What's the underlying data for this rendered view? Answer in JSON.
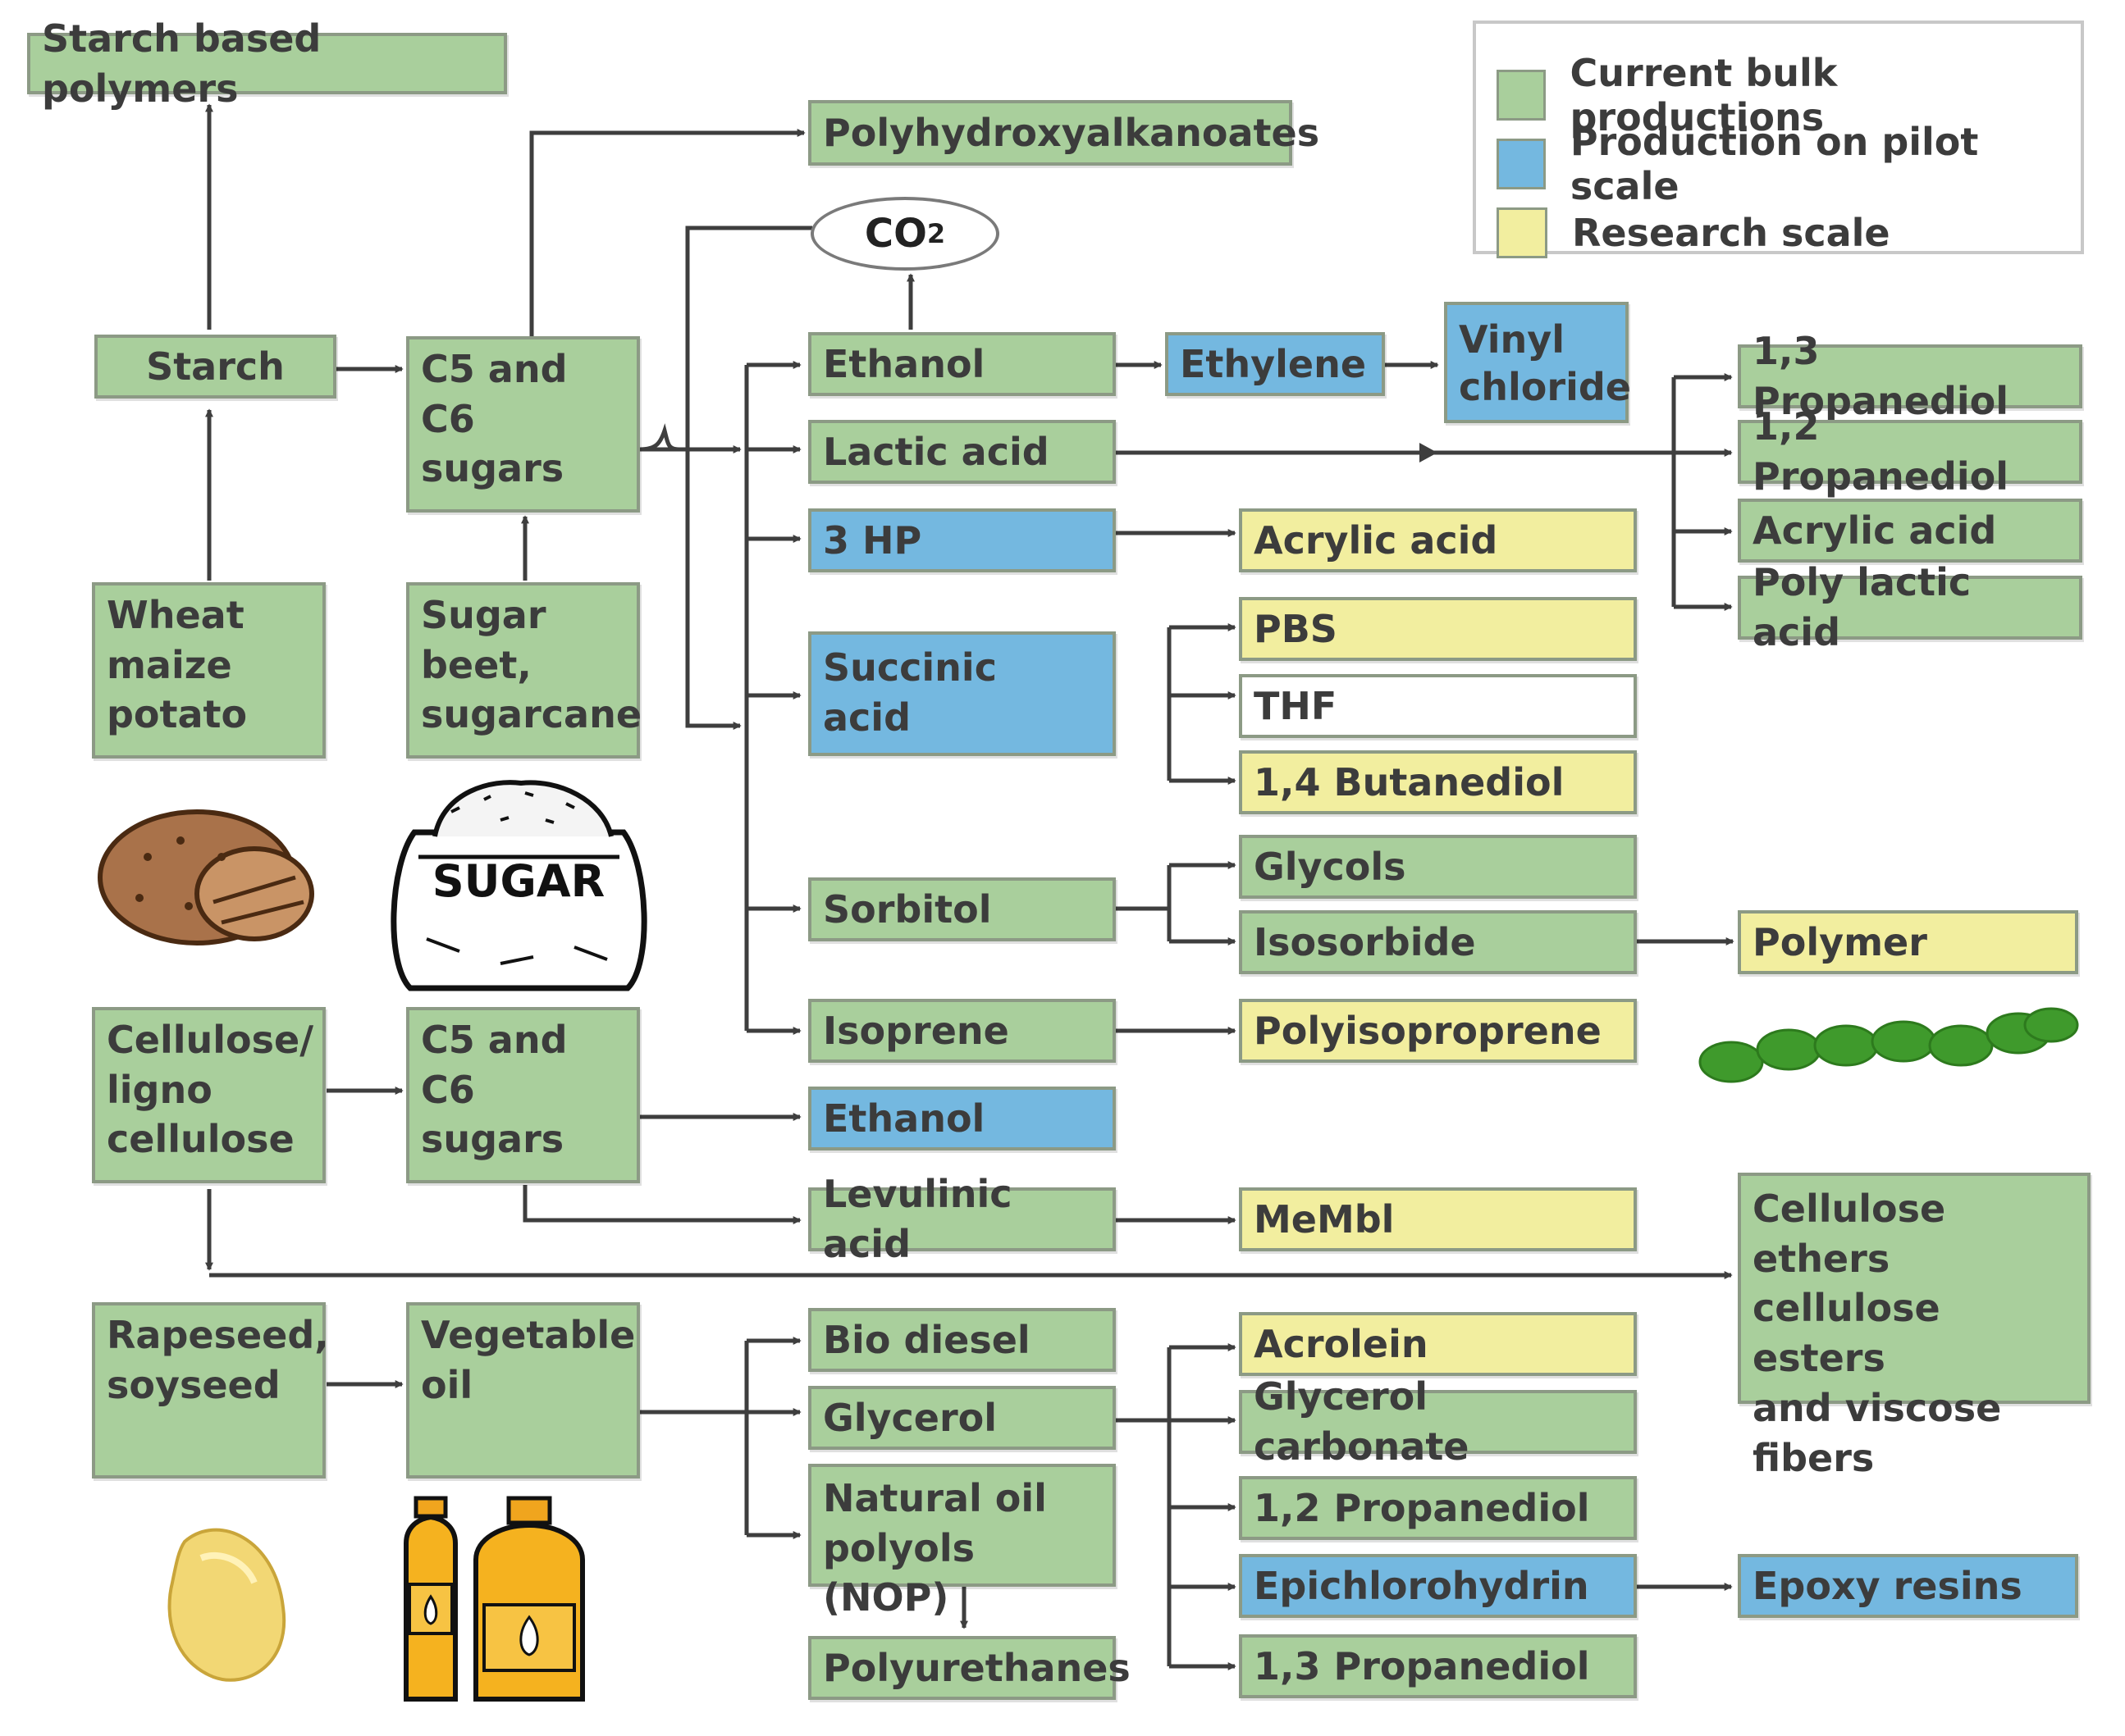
{
  "legend": {
    "bulk": "Current bulk productions",
    "pilot": "Production on pilot scale",
    "research": "Research scale"
  },
  "colors": {
    "bulk": "#a9cf9c",
    "pilot": "#74b8e0",
    "research": "#f2ee9f",
    "line": "#3e3e3e"
  },
  "co2": {
    "main": "CO",
    "sub": "2"
  },
  "nodes": {
    "starch_polymers": "Starch based polymers",
    "pha": "Polyhydroxyalkanoates",
    "starch": "Starch",
    "c5c6_top": "C5 and\nC6\nsugars",
    "wheat": "Wheat\nmaize\npotato",
    "sugarbeet": "Sugar\nbeet,\nsugarcane",
    "ethanol_top": "Ethanol",
    "ethylene": "Ethylene",
    "vinyl": "Vinyl\nchloride",
    "lactic": "Lactic acid",
    "hp3": "3 HP",
    "acrylic_mid": "Acrylic acid",
    "succinic": "Succinic\nacid",
    "pbs": "PBS",
    "thf": "THF",
    "butanediol": "1,4 Butanediol",
    "propanediol13_top": "1,3 Propanediol",
    "propanediol12_top": "1,2 Propanediol",
    "acrylic_right": "Acrylic acid",
    "pla": "Poly lactic acid",
    "sorbitol": "Sorbitol",
    "glycols": "Glycols",
    "isosorbide": "Isosorbide",
    "polymer": "Polymer",
    "isoprene": "Isoprene",
    "polyisoprene": "Polyisoproprene",
    "cellulose": "Cellulose/\nligno\ncellulose",
    "c5c6_bottom": "C5 and\nC6\nsugars",
    "ethanol_bottom": "Ethanol",
    "levulinic": "Levulinic acid",
    "membl": "MeMbl",
    "cellulose_ethers": "Cellulose ethers\ncellulose esters\nand viscose\nfibers",
    "rapeseed": "Rapeseed,\nsoyseed",
    "vegoil": "Vegetable\noil",
    "biodiesel": "Bio diesel",
    "glycerol": "Glycerol",
    "nop": "Natural oil\npolyols (NOP)",
    "polyurethanes": "Polyurethanes",
    "acrolein": "Acrolein",
    "glycerol_carbonate": "Glycerol carbonate",
    "propanediol12_bottom": "1,2 Propanediol",
    "epichlorohydrin": "Epichlorohydrin",
    "epoxy": "Epoxy resins",
    "propanediol13_bottom": "1,3 Propanediol"
  },
  "sugar_bag": {
    "label": "SUGAR"
  },
  "icons": [
    "potato-icon",
    "sugar-bag-icon",
    "polymer-chain-icon",
    "soybean-icon",
    "oil-bottles-icon"
  ]
}
